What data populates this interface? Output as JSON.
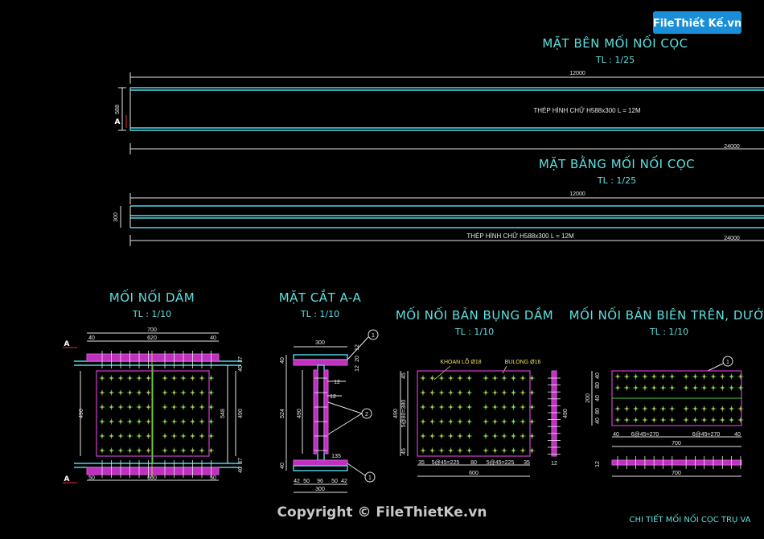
{
  "logo": {
    "text": "FileThiết Kế.vn"
  },
  "copyright": "Copyright © FileThietKe.vn",
  "caption": "CHI TIẾT MỐI NỐI CỌC TRỤ VA",
  "side_view": {
    "title": "MẶT BÊN MỐI NỐI CỌC",
    "scale": "TL : 1/25",
    "dim_top": "12000",
    "dim_total": "24000",
    "dim_height": "588",
    "label": "THÉP HÌNH CHỮ H588x300 L = 12M",
    "section_mark": "A"
  },
  "plan_view": {
    "title": "MẶT BẰNG MỐI NỐI CỌC",
    "scale": "TL : 1/25",
    "dim_top": "12000",
    "dim_total": "24000",
    "dim_height": "300",
    "label": "THÉP HÌNH CHỮ H588x300 L = 12M"
  },
  "beam_joint": {
    "title": "MỐI NỐI DẦM",
    "scale": "TL : 1/10",
    "dim_700": "700",
    "dim_620": "620",
    "dim_40a": "40",
    "dim_40b": "40",
    "dim_50a": "50",
    "dim_600": "600",
    "dim_50b": "50",
    "dim_490a": "490",
    "dim_490b": "490",
    "dim_548": "548",
    "dim_37a": "37",
    "dim_40c": "40",
    "dim_37b": "37",
    "dim_40d": "40",
    "mark_a1": "A",
    "mark_a2": "A"
  },
  "section_aa": {
    "title": "MẶT CẮT A-A",
    "scale": "TL : 1/10",
    "dim_300a": "300",
    "dim_300b": "300",
    "dim_12a": "12",
    "dim_12b": "12",
    "dim_12c": "12",
    "dim_12d": "12",
    "dim_20": "20",
    "dim_40a": "40",
    "dim_40b": "40",
    "dim_524": "524",
    "dim_490": "490",
    "dim_135": "135",
    "bottom_dims": [
      "42",
      "50",
      "96",
      "50",
      "42"
    ],
    "callout_1": "1",
    "callout_2": "2",
    "callout_3": "1"
  },
  "web_plate": {
    "title": "MỐI NỐI BẢN BỤNG DẦM",
    "scale": "TL : 1/10",
    "note_hole": "KHOAN LỖ Ø18",
    "note_bolt": "BULONG Ø16",
    "dim_490": "490",
    "dim_side": "5@80=380",
    "dim_45a": "45",
    "dim_45b": "45",
    "dim_490r": "490",
    "bottom_dims": [
      "35",
      "5@45=225",
      "80",
      "5@45=225",
      "35"
    ],
    "dim_600": "600",
    "dim_12": "12"
  },
  "flange_plate": {
    "title": "MỐI NỐI BẢN BIÊN TRÊN, DƯỚI",
    "scale": "TL : 1/10",
    "callout": "1",
    "dim_200": "200",
    "left_dims": [
      "40",
      "80",
      "40",
      "80",
      "40"
    ],
    "bottom_dims": [
      "40",
      "6@45=270",
      "6@45=270",
      "40"
    ],
    "dim_700a": "700",
    "dim_700b": "700",
    "dim_12": "12"
  }
}
